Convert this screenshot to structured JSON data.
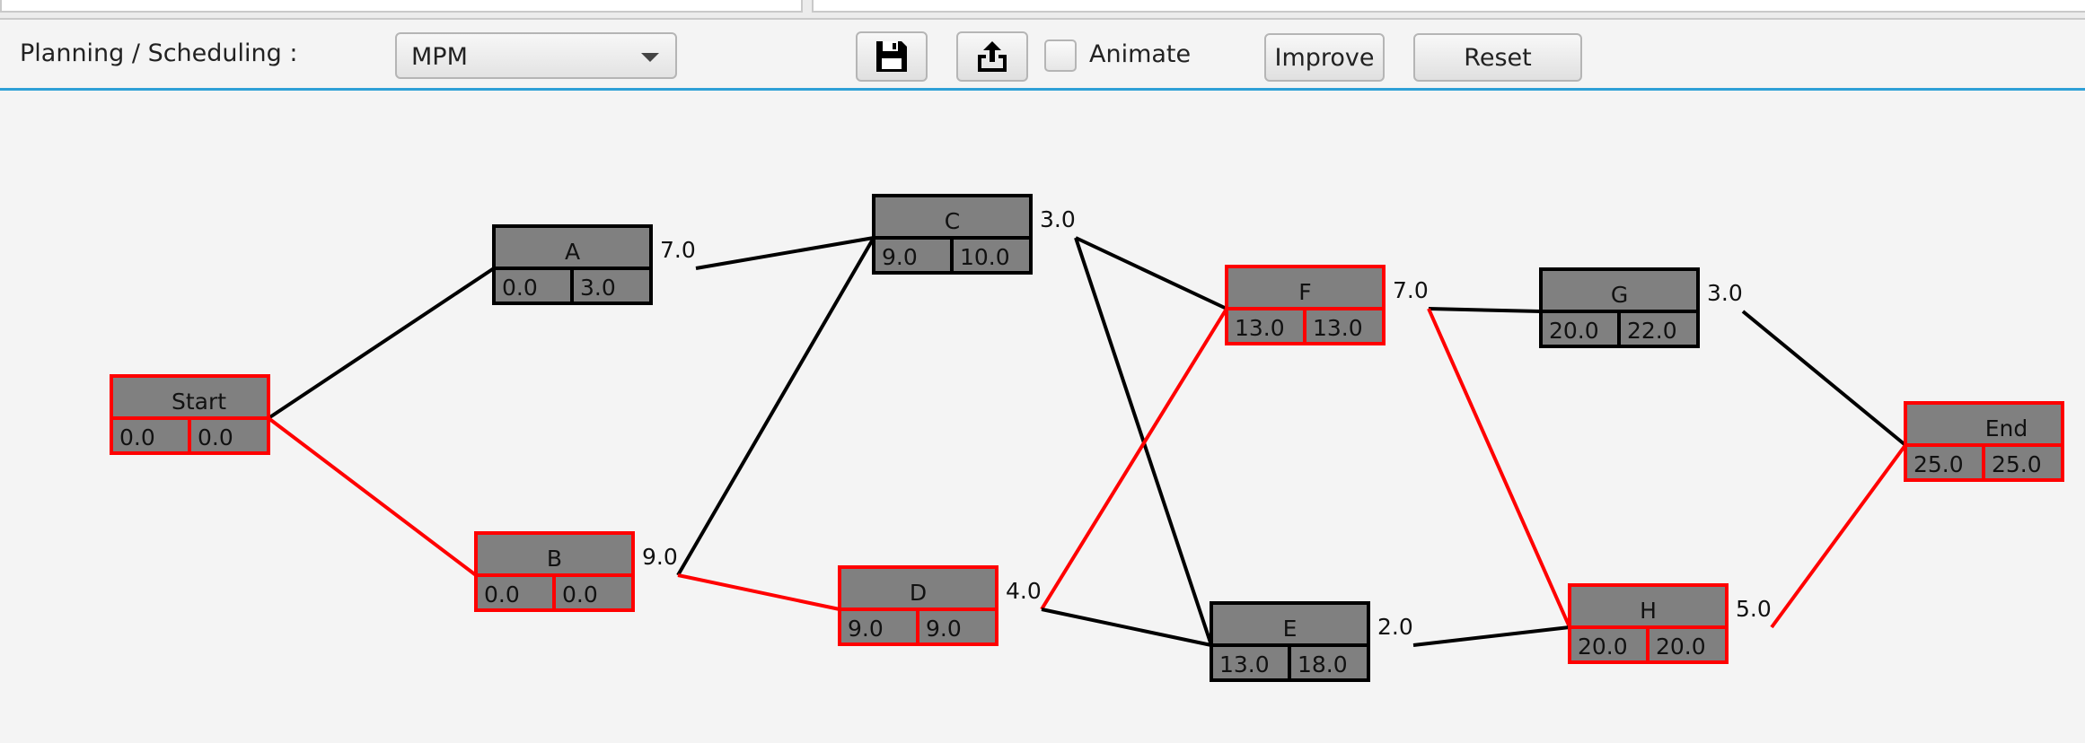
{
  "toolbar": {
    "mode_label": "Planning / Scheduling :",
    "mode_selected": "MPM",
    "animate_label": "Animate",
    "animate_checked": false,
    "improve_label": "Improve",
    "reset_label": "Reset",
    "save_icon": "floppy-disk-icon",
    "export_icon": "share-export-icon",
    "accent_color": "#2ea0d6"
  },
  "graph": {
    "critical_color": "#ff0000",
    "normal_color": "#000000",
    "node_fill": "#808080",
    "nodes": [
      {
        "id": "Start",
        "label": "Start",
        "earliest": "0.0",
        "latest": "0.0",
        "critical": true
      },
      {
        "id": "A",
        "label": "A",
        "earliest": "0.0",
        "latest": "3.0",
        "duration": "7.0",
        "critical": false
      },
      {
        "id": "B",
        "label": "B",
        "earliest": "0.0",
        "latest": "0.0",
        "duration": "9.0",
        "critical": true
      },
      {
        "id": "C",
        "label": "C",
        "earliest": "9.0",
        "latest": "10.0",
        "duration": "3.0",
        "critical": false
      },
      {
        "id": "D",
        "label": "D",
        "earliest": "9.0",
        "latest": "9.0",
        "duration": "4.0",
        "critical": true
      },
      {
        "id": "F",
        "label": "F",
        "earliest": "13.0",
        "latest": "13.0",
        "duration": "7.0",
        "critical": true
      },
      {
        "id": "E",
        "label": "E",
        "earliest": "13.0",
        "latest": "18.0",
        "duration": "2.0",
        "critical": false
      },
      {
        "id": "G",
        "label": "G",
        "earliest": "20.0",
        "latest": "22.0",
        "duration": "3.0",
        "critical": false
      },
      {
        "id": "H",
        "label": "H",
        "earliest": "20.0",
        "latest": "20.0",
        "duration": "5.0",
        "critical": true
      },
      {
        "id": "End",
        "label": "End",
        "earliest": "25.0",
        "latest": "25.0",
        "critical": true
      }
    ],
    "edges": [
      {
        "from": "Start",
        "to": "A",
        "critical": false
      },
      {
        "from": "Start",
        "to": "B",
        "critical": true
      },
      {
        "from": "A",
        "to": "C",
        "critical": false
      },
      {
        "from": "B",
        "to": "C",
        "critical": false
      },
      {
        "from": "B",
        "to": "D",
        "critical": true
      },
      {
        "from": "C",
        "to": "F",
        "critical": false
      },
      {
        "from": "C",
        "to": "E",
        "critical": false
      },
      {
        "from": "D",
        "to": "F",
        "critical": true
      },
      {
        "from": "D",
        "to": "E",
        "critical": false
      },
      {
        "from": "F",
        "to": "G",
        "critical": false
      },
      {
        "from": "F",
        "to": "H",
        "critical": true
      },
      {
        "from": "E",
        "to": "H",
        "critical": false
      },
      {
        "from": "G",
        "to": "End",
        "critical": false
      },
      {
        "from": "H",
        "to": "End",
        "critical": true
      }
    ]
  }
}
